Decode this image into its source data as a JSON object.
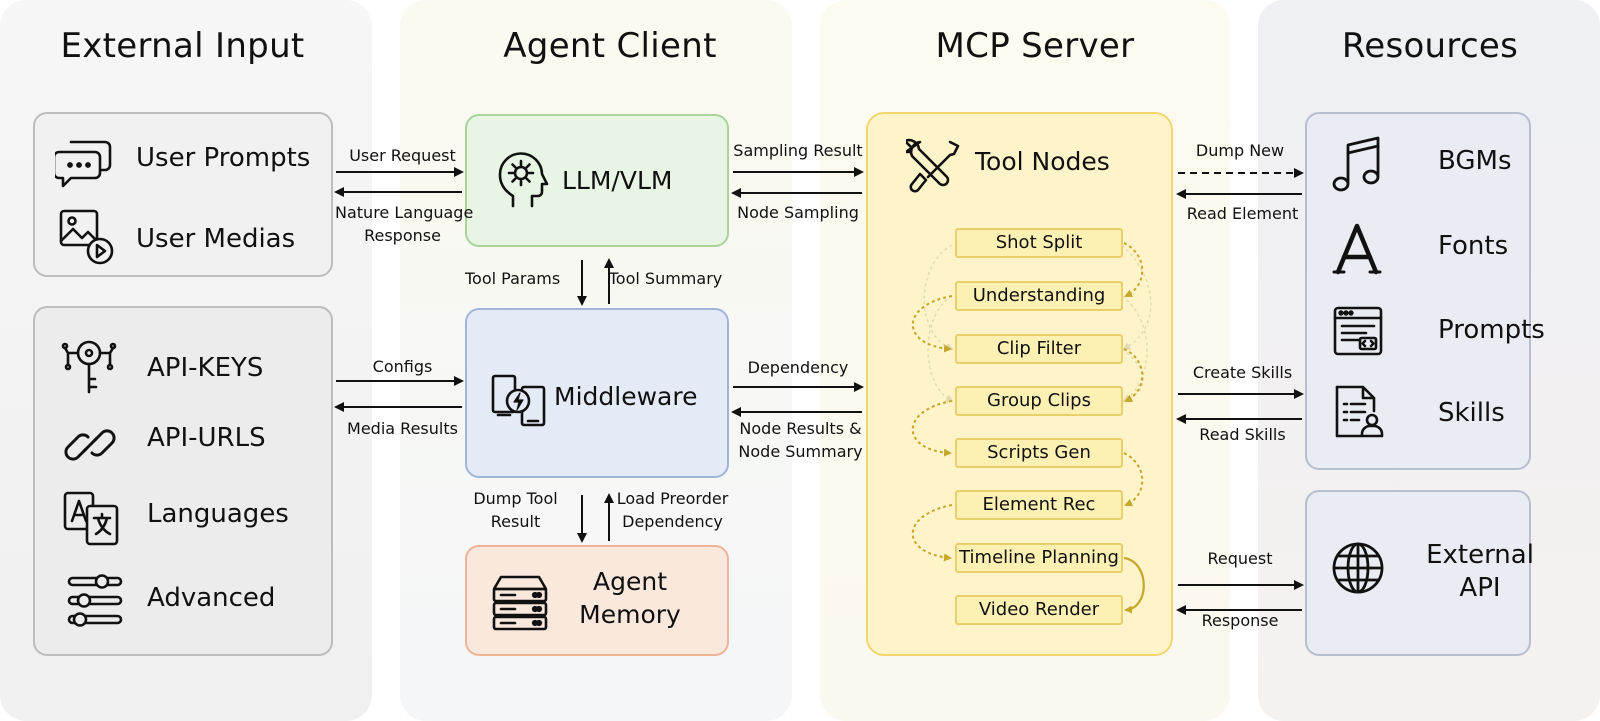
{
  "columns": {
    "external_input": "External Input",
    "agent_client": "Agent Client",
    "mcp_server": "MCP Server",
    "resources": "Resources"
  },
  "external_input": {
    "user_prompts": "User Prompts",
    "user_medias": "User Medias",
    "api_keys": "API-KEYS",
    "api_urls": "API-URLS",
    "languages": "Languages",
    "advanced": "Advanced"
  },
  "agent_client": {
    "llm": "LLM/VLM",
    "middleware": "Middleware",
    "memory_line1": "Agent",
    "memory_line2": "Memory"
  },
  "mcp_server": {
    "title": "Tool Nodes",
    "nodes": [
      "Shot Split",
      "Understanding",
      "Clip Filter",
      "Group Clips",
      "Scripts Gen",
      "Element Rec",
      "Timeline Planning",
      "Video Render"
    ]
  },
  "resources": {
    "bgms": "BGMs",
    "fonts": "Fonts",
    "prompts": "Prompts",
    "skills": "Skills",
    "external_api_line1": "External",
    "external_api_line2": "API"
  },
  "edges": {
    "user_request": "User Request",
    "nature_language_1": "Nature Language",
    "nature_language_2": "Response",
    "configs": "Configs",
    "media_results": "Media Results",
    "tool_params": "Tool Params",
    "tool_summary": "Tool Summary",
    "dump_tool_1": "Dump Tool",
    "dump_tool_2": "Result",
    "load_preorder_1": "Load Preorder",
    "load_preorder_2": "Dependency",
    "sampling_result": "Sampling Result",
    "node_sampling": "Node Sampling",
    "dependency": "Dependency",
    "node_results_1": "Node Results &",
    "node_results_2": "Node Summary",
    "dump_new": "Dump New",
    "read_element": "Read Element",
    "create_skills": "Create Skills",
    "read_skills": "Read Skills",
    "request": "Request",
    "response": "Response"
  },
  "colors": {
    "input_bg": "#f1f1f1",
    "input_border": "#bdbdbd",
    "llm_bg": "#e9f5e4",
    "llm_border": "#a8d49a",
    "middleware_bg": "#e4ebf7",
    "middleware_border": "#9fb6dc",
    "memory_bg": "#fbe8dd",
    "memory_border": "#efb497",
    "server_bg": "#fff4c9",
    "server_border": "#f0d66c",
    "resource_bg": "#e9ecf3",
    "resource_border": "#b6bfd0"
  }
}
